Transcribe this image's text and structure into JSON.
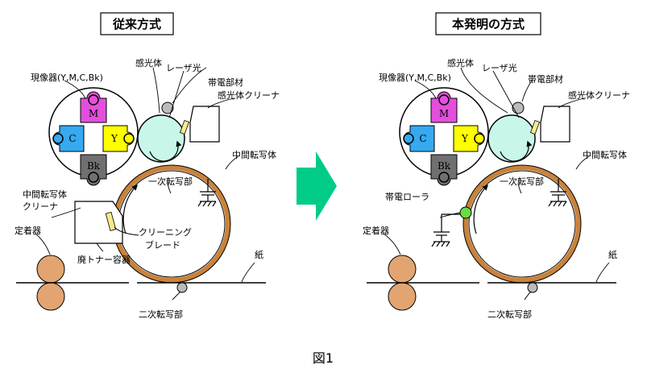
{
  "title_left": "従来方式",
  "title_right": "本発明の方式",
  "caption": "図1",
  "labels": {
    "developer": "現像器(Y,M,C,Bk)",
    "photoreceptor": "感光体",
    "laser": "レーザ光",
    "charging_member": "帯電部材",
    "photoreceptor_cleaner": "感光体クリーナ",
    "intermediate_transfer": "中間転写体",
    "primary_transfer": "一次転写部",
    "it_cleaner_line1": "中間転写体",
    "it_cleaner_line2": "クリーナ",
    "blade_line1": "クリーニング",
    "blade_line2": "ブレード",
    "waste_toner": "廃トナー容器",
    "fuser": "定着器",
    "paper": "紙",
    "secondary_transfer": "二次転写部",
    "charging_roller": "帯電ローラ"
  },
  "toner": {
    "M": "M",
    "C": "C",
    "Y": "Y",
    "Bk": "Bk"
  },
  "colors": {
    "magenta": "#e34fdc",
    "cyan": "#36a9f0",
    "yellow": "#ffff00",
    "black": "#707070",
    "photoreceptor": "#c8f7ea",
    "belt": "#c9823a",
    "fuser": "#e2a571",
    "arrow": "#00cc88",
    "roller_green": "#66dd44",
    "roller_gray": "#bbbbbb"
  }
}
